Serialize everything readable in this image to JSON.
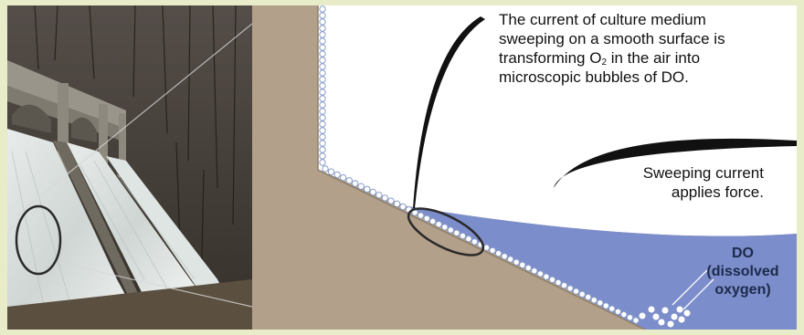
{
  "figure": {
    "main_caption": {
      "line1": "The current of culture medium",
      "line2": "sweeping on a smooth surface is",
      "line3_before": "transforming O",
      "line3_sub": "2",
      "line3_after": " in the air into",
      "line4": "microscopic bubbles of DO."
    },
    "force_caption": {
      "line1": "Sweeping current",
      "line2": "applies force."
    },
    "do_label": {
      "line1": "DO",
      "line2": "(dissolved",
      "line3": "oxygen)"
    }
  },
  "colors": {
    "frame_background": "#e9ecc9",
    "earth": "#b2a08a",
    "medium": "#7c8dcb",
    "air": "#ffffff",
    "bubble_outline": "#8a9ec8",
    "arrow": "#111111"
  }
}
